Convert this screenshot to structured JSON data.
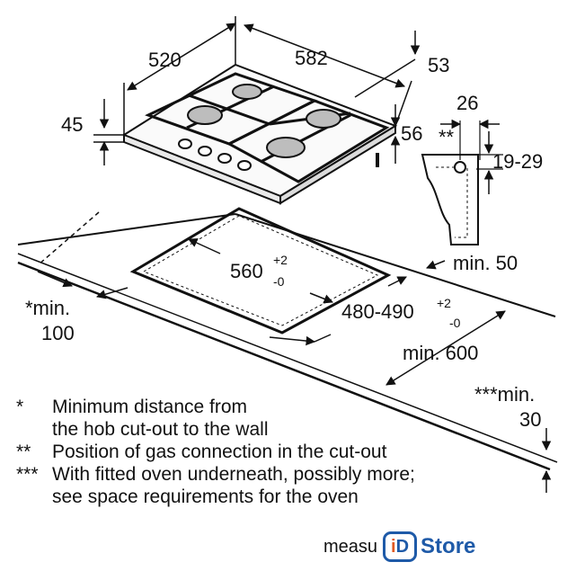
{
  "dimensions": {
    "width_520": "520",
    "length_582": "582",
    "depth_53": "53",
    "height_45": "45",
    "side_56": "56",
    "gas_26": "26",
    "gas_marker": "**",
    "gas_range": "19-29",
    "cutout_width": "560",
    "cutout_width_tol_plus": "+2",
    "cutout_width_tol_minus": "-0",
    "cutout_depth": "480-490",
    "cutout_depth_tol_plus": "+2",
    "cutout_depth_tol_minus": "-0",
    "min_50": "min. 50",
    "min_600": "min. 600",
    "wall_min_label": "*min.",
    "wall_min_value": "100",
    "oven_min_label": "***min.",
    "oven_min_value": "30"
  },
  "notes": [
    {
      "mark": "*",
      "line1": "Minimum distance from",
      "line2": "the hob cut-out to the wall"
    },
    {
      "mark": "**",
      "line1": "Position of gas connection in the cut-out"
    },
    {
      "mark": "***",
      "line1": "With fitted oven underneath, possibly more;",
      "line2": "see space requirements for the oven"
    }
  ],
  "footer": {
    "text": "measu",
    "logo_i": "i",
    "logo_d": "D",
    "logo_store": "Store"
  },
  "colors": {
    "logo_blue": "#1e5aa8",
    "logo_orange": "#e05a24"
  }
}
